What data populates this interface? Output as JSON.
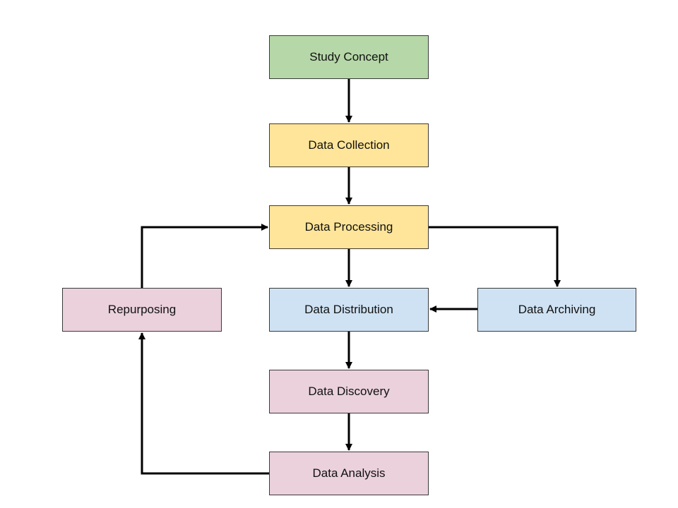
{
  "diagram": {
    "nodes": {
      "study_concept": {
        "label": "Study Concept",
        "color": "#b6d7a8"
      },
      "data_collection": {
        "label": "Data Collection",
        "color": "#ffe599"
      },
      "data_processing": {
        "label": "Data Processing",
        "color": "#ffe599"
      },
      "repurposing": {
        "label": "Repurposing",
        "color": "#ead1dc"
      },
      "data_distribution": {
        "label": "Data Distribution",
        "color": "#cfe2f3"
      },
      "data_archiving": {
        "label": "Data Archiving",
        "color": "#cfe2f3"
      },
      "data_discovery": {
        "label": "Data Discovery",
        "color": "#ead1dc"
      },
      "data_analysis": {
        "label": "Data Analysis",
        "color": "#ead1dc"
      }
    },
    "edges": [
      {
        "from": "study_concept",
        "to": "data_collection"
      },
      {
        "from": "data_collection",
        "to": "data_processing"
      },
      {
        "from": "data_processing",
        "to": "data_distribution"
      },
      {
        "from": "data_processing",
        "to": "data_archiving"
      },
      {
        "from": "data_archiving",
        "to": "data_distribution"
      },
      {
        "from": "data_distribution",
        "to": "data_discovery"
      },
      {
        "from": "data_discovery",
        "to": "data_analysis"
      },
      {
        "from": "data_analysis",
        "to": "repurposing"
      },
      {
        "from": "repurposing",
        "to": "data_processing"
      }
    ],
    "line_color": "#000000"
  }
}
